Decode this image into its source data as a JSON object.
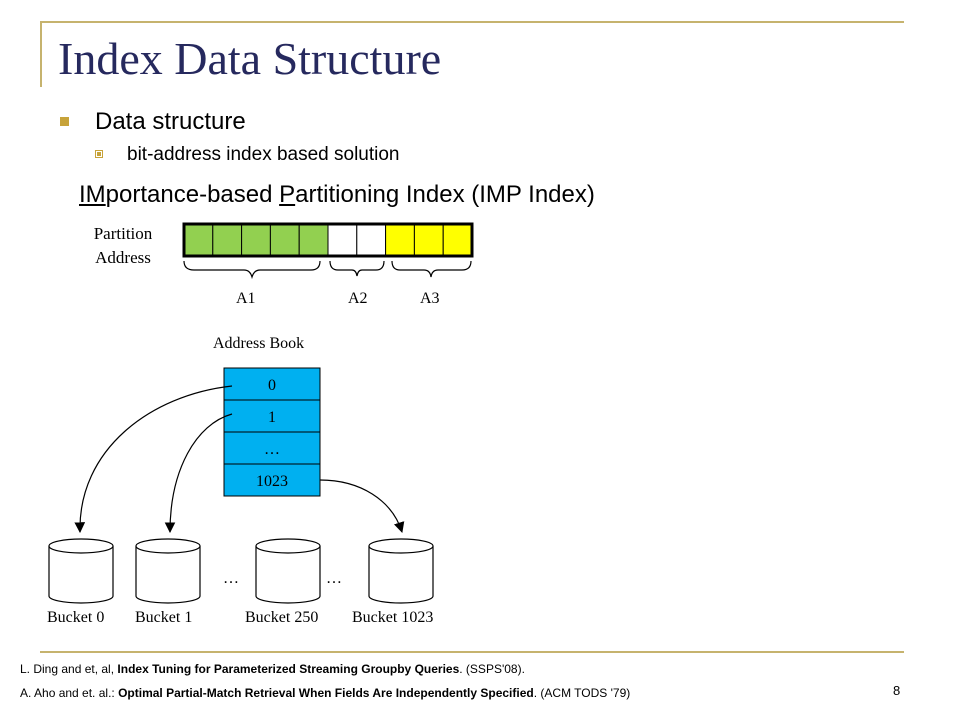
{
  "slide": {
    "title": "Index Data Structure",
    "bullet": "Data structure",
    "sub_bullet": "bit-address index based solution",
    "imp_heading": {
      "p1": "IM",
      "p2": "portance-based ",
      "p3": "P",
      "p4": "artitioning Index (IMP Index)"
    },
    "page_number": "8"
  },
  "diagram": {
    "partition_label_line1": "Partition",
    "partition_label_line2": "Address",
    "cells": [
      "green",
      "green",
      "green",
      "green",
      "green",
      "white",
      "white",
      "yellow",
      "yellow",
      "yellow"
    ],
    "colors": {
      "green": "#92d050",
      "white": "#ffffff",
      "yellow": "#ffff00",
      "book": "#00b0f0"
    },
    "group_labels": [
      "A1",
      "A2",
      "A3"
    ],
    "address_book_title": "Address Book",
    "address_book_entries": [
      "0",
      "1",
      "…",
      "1023"
    ],
    "buckets": [
      "Bucket 0",
      "Bucket 1",
      "Bucket 250",
      "Bucket 1023"
    ],
    "bucket_ellipses": [
      "…",
      "…"
    ]
  },
  "references": [
    {
      "pre": "L. Ding and  et, al,  ",
      "bold": "Index Tuning for Parameterized Streaming Groupby Queries",
      "post": ". (SSPS'08)."
    },
    {
      "pre": "A. Aho and et. al.: ",
      "bold": "Optimal Partial-Match Retrieval When Fields Are Independently Specified",
      "post": ". (ACM TODS '79)"
    }
  ]
}
